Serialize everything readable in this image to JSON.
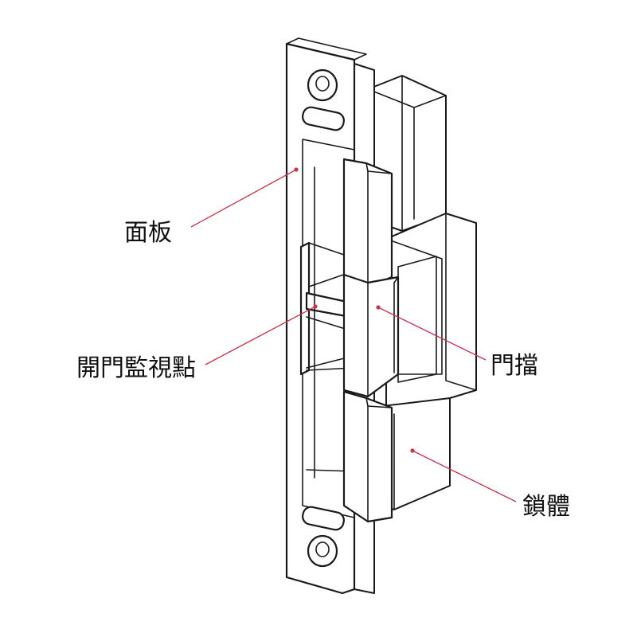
{
  "diagram": {
    "labels": {
      "faceplate": "面板",
      "door_monitor_point": "開門監視點",
      "keeper": "門擋",
      "lock_body": "鎖體"
    },
    "colors": {
      "leader_line": "#c8344a",
      "outline": "#1a1a1a",
      "text": "#111111",
      "background": "#ffffff"
    }
  }
}
